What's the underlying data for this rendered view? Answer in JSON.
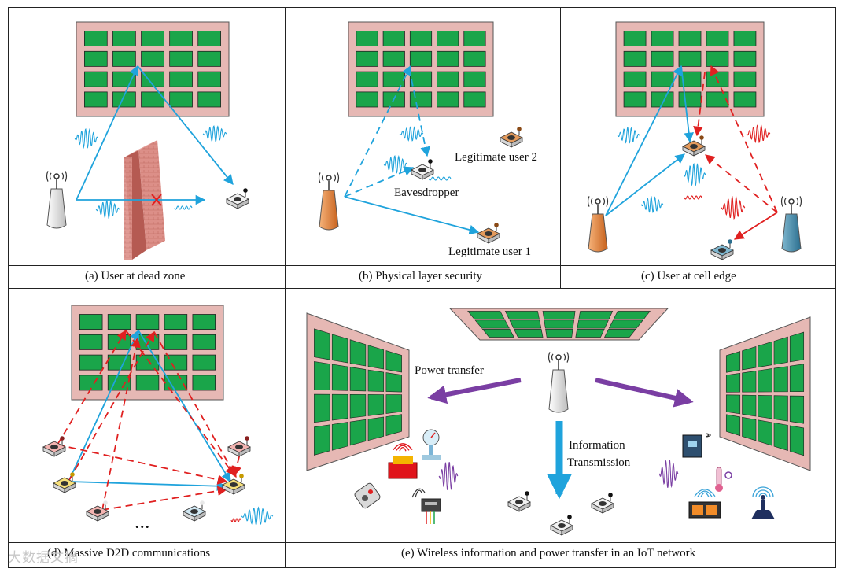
{
  "panels": {
    "a": {
      "caption": "(a) User at dead zone"
    },
    "b": {
      "caption": "(b) Physical layer security",
      "eavesdropper": "Eavesdropper",
      "legit_user_2": "Legitimate user 2",
      "legit_user_1": "Legitimate user 1"
    },
    "c": {
      "caption": "(c) User at cell edge"
    },
    "d": {
      "caption": "(d) Massive D2D communications",
      "ellipsis": "..."
    },
    "e": {
      "caption": "(e) Wireless information and power transfer in an IoT network",
      "power_transfer": "Power transfer",
      "info_line1": "Information",
      "info_line2": "Transmission"
    }
  },
  "watermark": "大数据文摘",
  "colors": {
    "ris_frame": "#e6b8b4",
    "ris_element": "#1aa54a",
    "signal_blue": "#1fa3dc",
    "signal_red": "#e02020",
    "power_purple": "#7a3ea3",
    "wall": "#d9867e"
  },
  "icons": [
    "ris-panel-icon",
    "base-station-icon",
    "user-device-icon",
    "wall-icon",
    "blocked-x-icon",
    "signal-wave-icon",
    "iot-sensor-icon"
  ]
}
